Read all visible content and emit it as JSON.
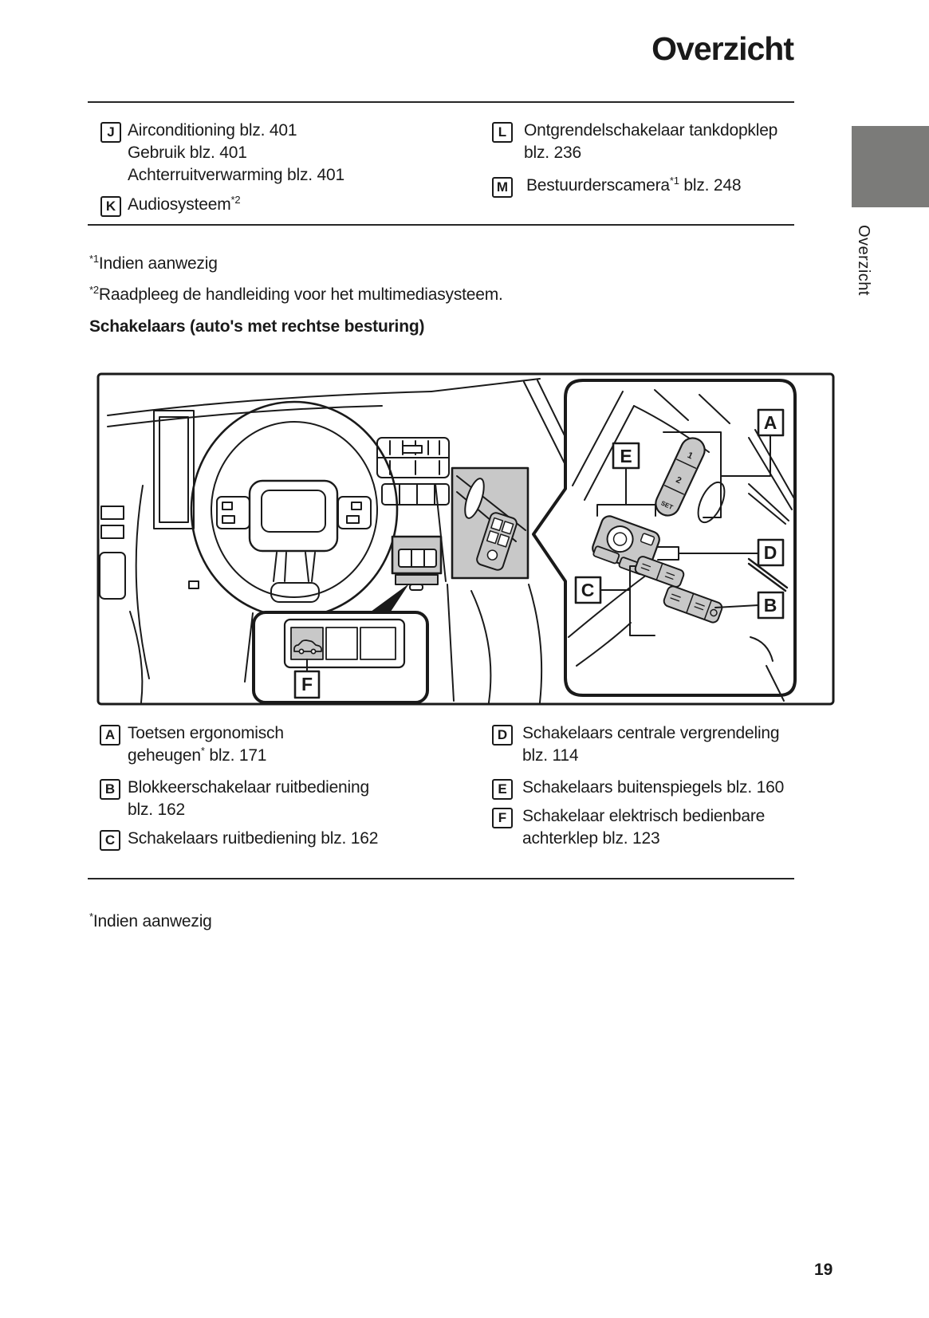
{
  "page": {
    "title": "Overzicht",
    "number": "19",
    "tab_label": "Overzicht"
  },
  "top_list": {
    "left": [
      {
        "key": "J",
        "lines": [
          "Airconditioning blz. 401",
          "Gebruik blz. 401",
          "Achterruitverwarming blz. 401"
        ]
      },
      {
        "key": "K",
        "text": "Audiosysteem",
        "sup": "*2"
      }
    ],
    "right": [
      {
        "key": "L",
        "lines": [
          "Ontgrendelschakelaar tankdopklep",
          "blz. 236"
        ]
      },
      {
        "key": "M",
        "text": "Bestuurderscamera",
        "sup": "*1",
        "after": " blz. 248"
      }
    ]
  },
  "footnotes": {
    "f1_sup": "*1",
    "f1_text": "Indien aanwezig",
    "f2_sup": "*2",
    "f2_text": "Raadpleeg de handleiding voor het multimediasysteem."
  },
  "section_heading": "Schakelaars (auto's met rechtse besturing)",
  "diagram": {
    "labels": {
      "A": "A",
      "B": "B",
      "C": "C",
      "D": "D",
      "E": "E",
      "F": "F"
    },
    "seat_memory": {
      "b1": "1",
      "b2": "2",
      "set": "SET"
    }
  },
  "legend": {
    "left": [
      {
        "key": "A",
        "line1": "Toetsen ergonomisch",
        "line2_pre": "geheugen",
        "sup": "*",
        "line2_post": " blz. 171"
      },
      {
        "key": "B",
        "line1": "Blokkeerschakelaar ruitbediening",
        "line2": "blz. 162"
      },
      {
        "key": "C",
        "line1": "Schakelaars ruitbediening blz. 162"
      }
    ],
    "right": [
      {
        "key": "D",
        "line1": "Schakelaars centrale vergrendeling",
        "line2": "blz. 114"
      },
      {
        "key": "E",
        "line1": "Schakelaars buitenspiegels blz. 160"
      },
      {
        "key": "F",
        "line1": "Schakelaar elektrisch bedienbare",
        "line2": "achterklep blz. 123"
      }
    ]
  },
  "bottom_footnote": {
    "sup": "*",
    "text": "Indien aanwezig"
  },
  "colors": {
    "tab_gray": "#7b7b79",
    "highlight_gray": "#c8c8c8",
    "line": "#1a1a1a"
  }
}
